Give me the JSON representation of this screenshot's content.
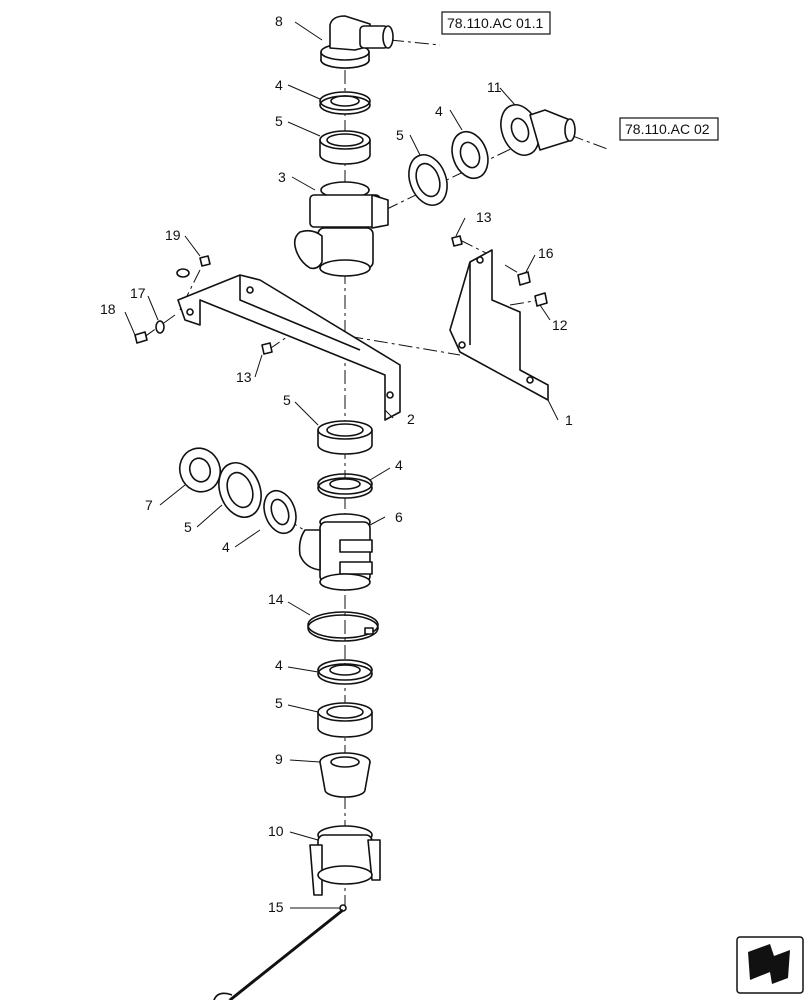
{
  "callouts": {
    "c1": "1",
    "c2": "2",
    "c3": "3",
    "c4a": "4",
    "c4b": "4",
    "c4c": "4",
    "c4d": "4",
    "c4e": "4",
    "c5a": "5",
    "c5b": "5",
    "c5c": "5",
    "c5d": "5",
    "c5e": "5",
    "c6": "6",
    "c7": "7",
    "c8": "8",
    "c9": "9",
    "c10": "10",
    "c11": "11",
    "c12": "12",
    "c13a": "13",
    "c13b": "13",
    "c14": "14",
    "c15": "15",
    "c16": "16",
    "c17": "17",
    "c18": "18",
    "c19": "19"
  },
  "references": {
    "ref_top": "78.110.AC 01.1",
    "ref_side": "78.110.AC 02"
  },
  "icons": {
    "nav_arrow": "next-page-arrow-icon"
  }
}
